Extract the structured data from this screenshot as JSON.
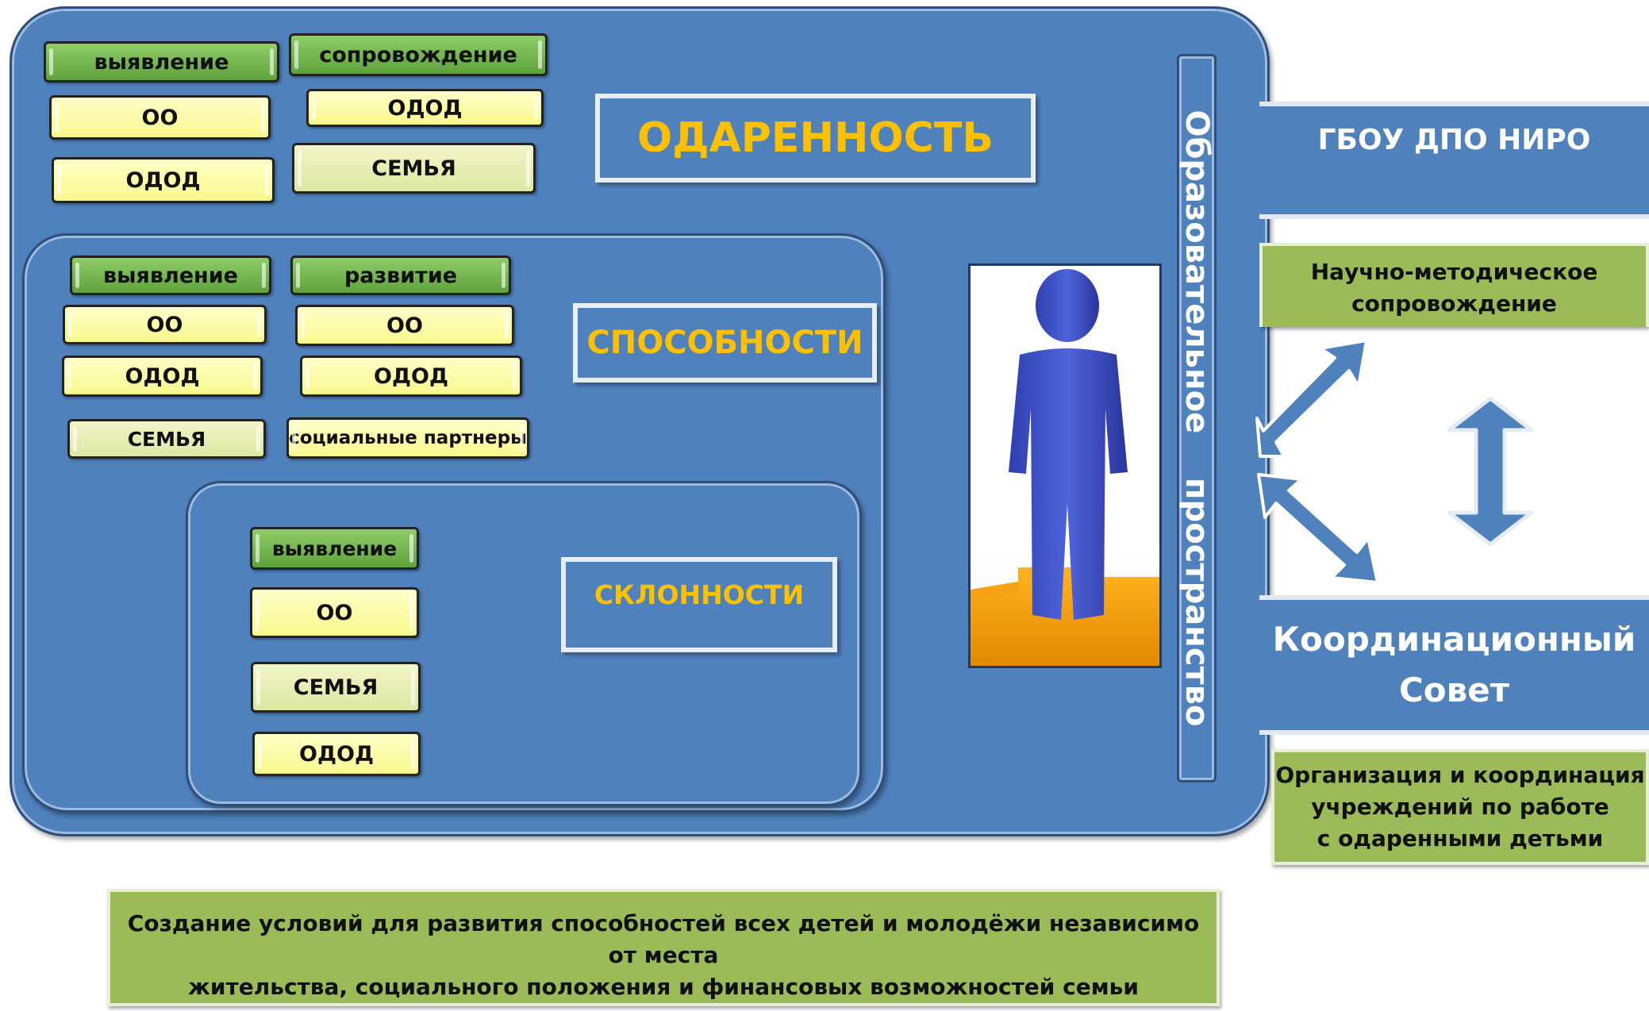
{
  "outer": {
    "title": "ОДАРЕННОСТЬ",
    "col1": [
      "выявление",
      "ОО",
      "ОДОД"
    ],
    "col2": [
      "сопровождение",
      "ОДОД",
      "СЕМЬЯ"
    ]
  },
  "middle": {
    "title": "СПОСОБНОСТИ",
    "col1": [
      "выявление",
      "ОО",
      "ОДОД",
      "СЕМЬЯ"
    ],
    "col2": [
      "развитие",
      "ОО",
      "ОДОД",
      "социальные партнеры"
    ]
  },
  "inner": {
    "title": "СКЛОННОСТИ",
    "items": [
      "выявление",
      "ОО",
      "СЕМЬЯ",
      "ОДОД"
    ]
  },
  "vertical_bar": {
    "text": "Образовательное    пространство"
  },
  "figure": {
    "icon": "person-figure"
  },
  "right": {
    "niro": "ГБОУ ДПО НИРО",
    "method_line1": "Научно-методическое",
    "method_line2": "сопровождение",
    "council_line1": "Координационный",
    "council_line2": "Совет",
    "org_line1": "Организация и координация",
    "org_line2": "учреждений по работе",
    "org_line3": "с одаренными детьми"
  },
  "bottom": {
    "line1": "Создание условий для развития способностей всех детей и молодёжи независимо от места",
    "line2": "жительства, социального положения и финансовых возможностей семьи"
  },
  "colors": {
    "panel_blue": "#4f81bd",
    "title_orange": "#ffc000",
    "green_block": "#9bbb59",
    "pill_green": "#6cb044",
    "pill_yellow": "#ffff99"
  }
}
